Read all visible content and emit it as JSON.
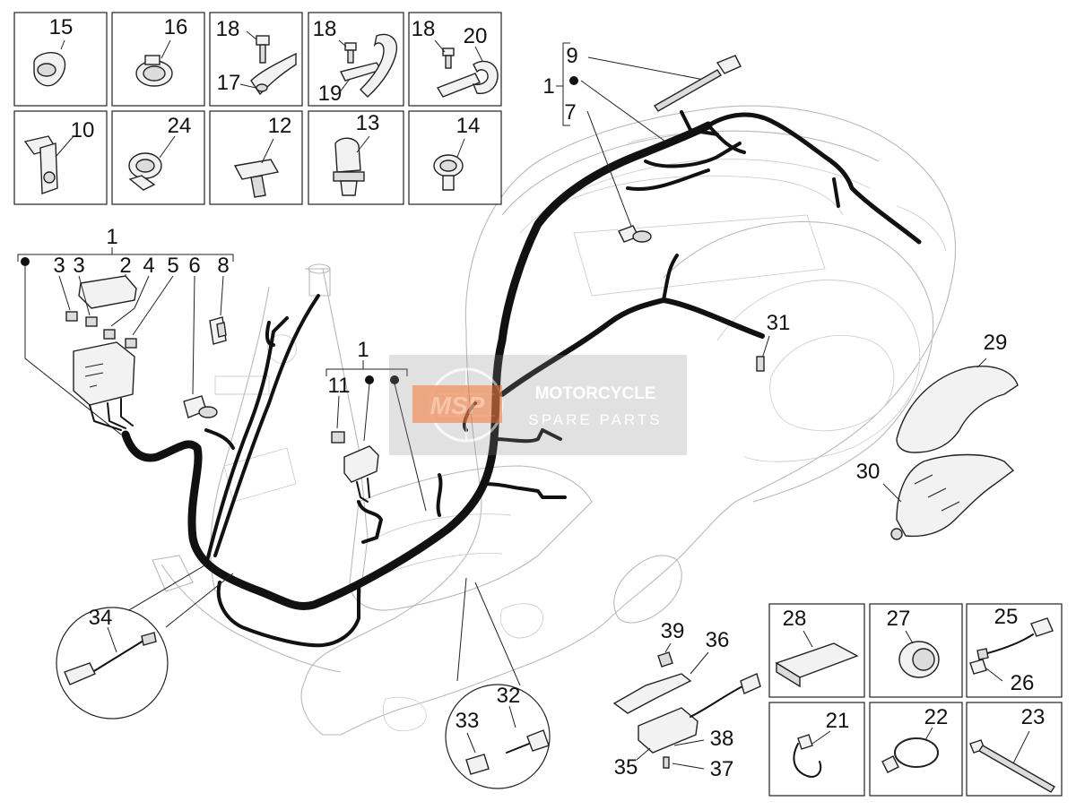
{
  "watermark": {
    "logo": "MSP",
    "line1": "MOTORCYCLE",
    "line2": "SPARE PARTS"
  },
  "colors": {
    "line": "#222222",
    "harness": "#111111",
    "ghost_outline": "#b9b9b9",
    "watermark_orange": "#e8743b",
    "watermark_gray": "#8a8a8a"
  },
  "top_grid": [
    {
      "labels": [
        "15"
      ],
      "icon": "cable-clip-icon"
    },
    {
      "labels": [
        "16"
      ],
      "icon": "hose-clamp-icon"
    },
    {
      "labels": [
        "18",
        "17"
      ],
      "icon": "bolt-bracket-icon"
    },
    {
      "labels": [
        "18",
        "19"
      ],
      "icon": "bolt-strap-icon"
    },
    {
      "labels": [
        "18",
        "20"
      ],
      "icon": "bolt-clamp-icon"
    },
    {
      "labels": [
        "10"
      ],
      "icon": "bracket-icon"
    },
    {
      "labels": [
        "24"
      ],
      "icon": "band-clip-icon"
    },
    {
      "labels": [
        "12"
      ],
      "icon": "push-clip-icon"
    },
    {
      "labels": [
        "13"
      ],
      "icon": "cable-holder-icon"
    },
    {
      "labels": [
        "14"
      ],
      "icon": "round-clip-icon"
    }
  ],
  "bottom_grid": [
    {
      "labels": [
        "28"
      ],
      "icon": "foam-pad-icon"
    },
    {
      "labels": [
        "27"
      ],
      "icon": "grommet-icon"
    },
    {
      "labels": [
        "25",
        "26"
      ],
      "icon": "connector-lead-icon"
    },
    {
      "labels": [
        "21"
      ],
      "icon": "cable-tie-loop-icon"
    },
    {
      "labels": [
        "22"
      ],
      "icon": "cable-tie-ring-icon"
    },
    {
      "labels": [
        "23"
      ],
      "icon": "cable-tie-icon"
    }
  ],
  "callouts": {
    "group_left": {
      "top": "1",
      "items": [
        "3",
        "3",
        "2",
        "4",
        "5",
        "6",
        "8"
      ]
    },
    "group_mid": {
      "top": "1",
      "items": [
        "11"
      ]
    },
    "group_top": {
      "top": "1",
      "items": [
        "9",
        "7"
      ]
    },
    "n29": "29",
    "n30": "30",
    "n31": "31",
    "n32": "32",
    "n33": "33",
    "n34": "34",
    "n35": "35",
    "n36": "36",
    "n37": "37",
    "n38": "38",
    "n39": "39"
  }
}
